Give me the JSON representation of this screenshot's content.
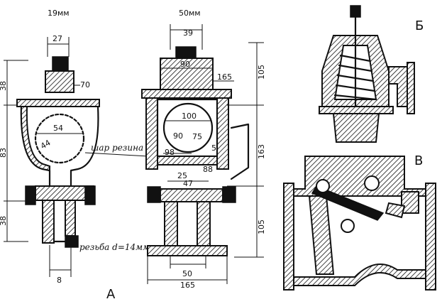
{
  "labels": {
    "title_left": "19мм",
    "title_mid": "50мм",
    "fig_a": "А",
    "fig_b": "Б",
    "fig_v": "В",
    "ball_rubber": "шар резина",
    "thread": "резьба d=14мм"
  },
  "dims_left": {
    "d27": "27",
    "d70": "70",
    "d54": "54",
    "d44": "44",
    "d38_top": "38",
    "d83": "83",
    "d38_bot": "38",
    "d8": "8"
  },
  "dims_mid": {
    "d39": "39",
    "d90": "90",
    "d165_top": "165",
    "d105_top": "105",
    "d100": "100",
    "d90_c": "90",
    "d75": "75",
    "d5": "5",
    "d98": "98",
    "d88": "88",
    "d25": "25",
    "d47": "47",
    "d163": "163",
    "d105_bot": "105",
    "d50": "50",
    "d165_bot": "165"
  }
}
